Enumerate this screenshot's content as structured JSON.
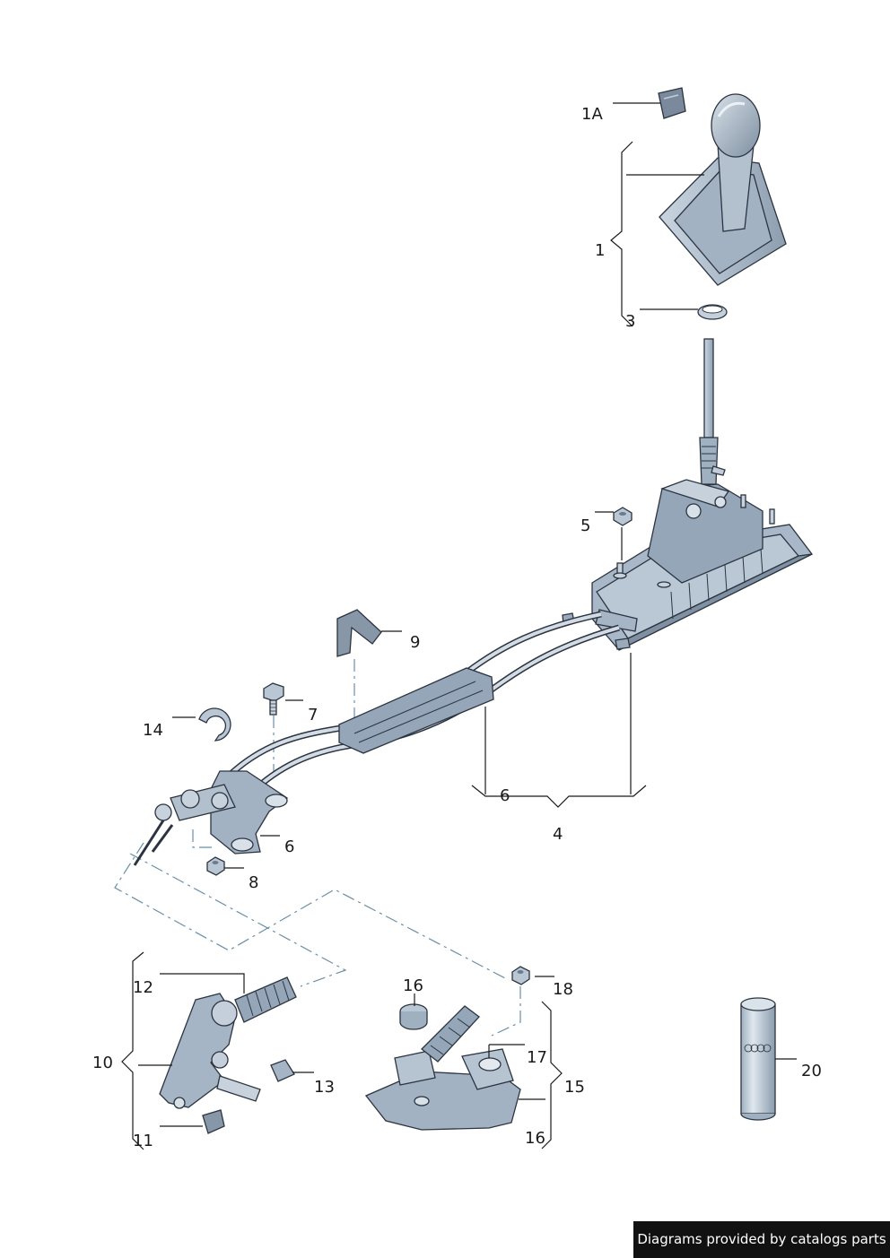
{
  "labels": {
    "p1A": "1A",
    "p1": "1",
    "p3": "3",
    "p5": "5",
    "p9": "9",
    "p7": "7",
    "p14": "14",
    "p6a": "6",
    "p6b": "6",
    "p4": "4",
    "p8": "8",
    "p12": "12",
    "p10": "10",
    "p11": "11",
    "p13": "13",
    "p16a": "16",
    "p17": "17",
    "p18": "18",
    "p15": "15",
    "p16b": "16",
    "p20": "20"
  },
  "credit": "Diagrams provided by catalogs parts",
  "colors": {
    "part_fill": "#b9c6d3",
    "part_dark": "#8797a8",
    "outline": "#2b3440",
    "dash_line": "#6b8fa6",
    "credit_bg": "#111111"
  }
}
